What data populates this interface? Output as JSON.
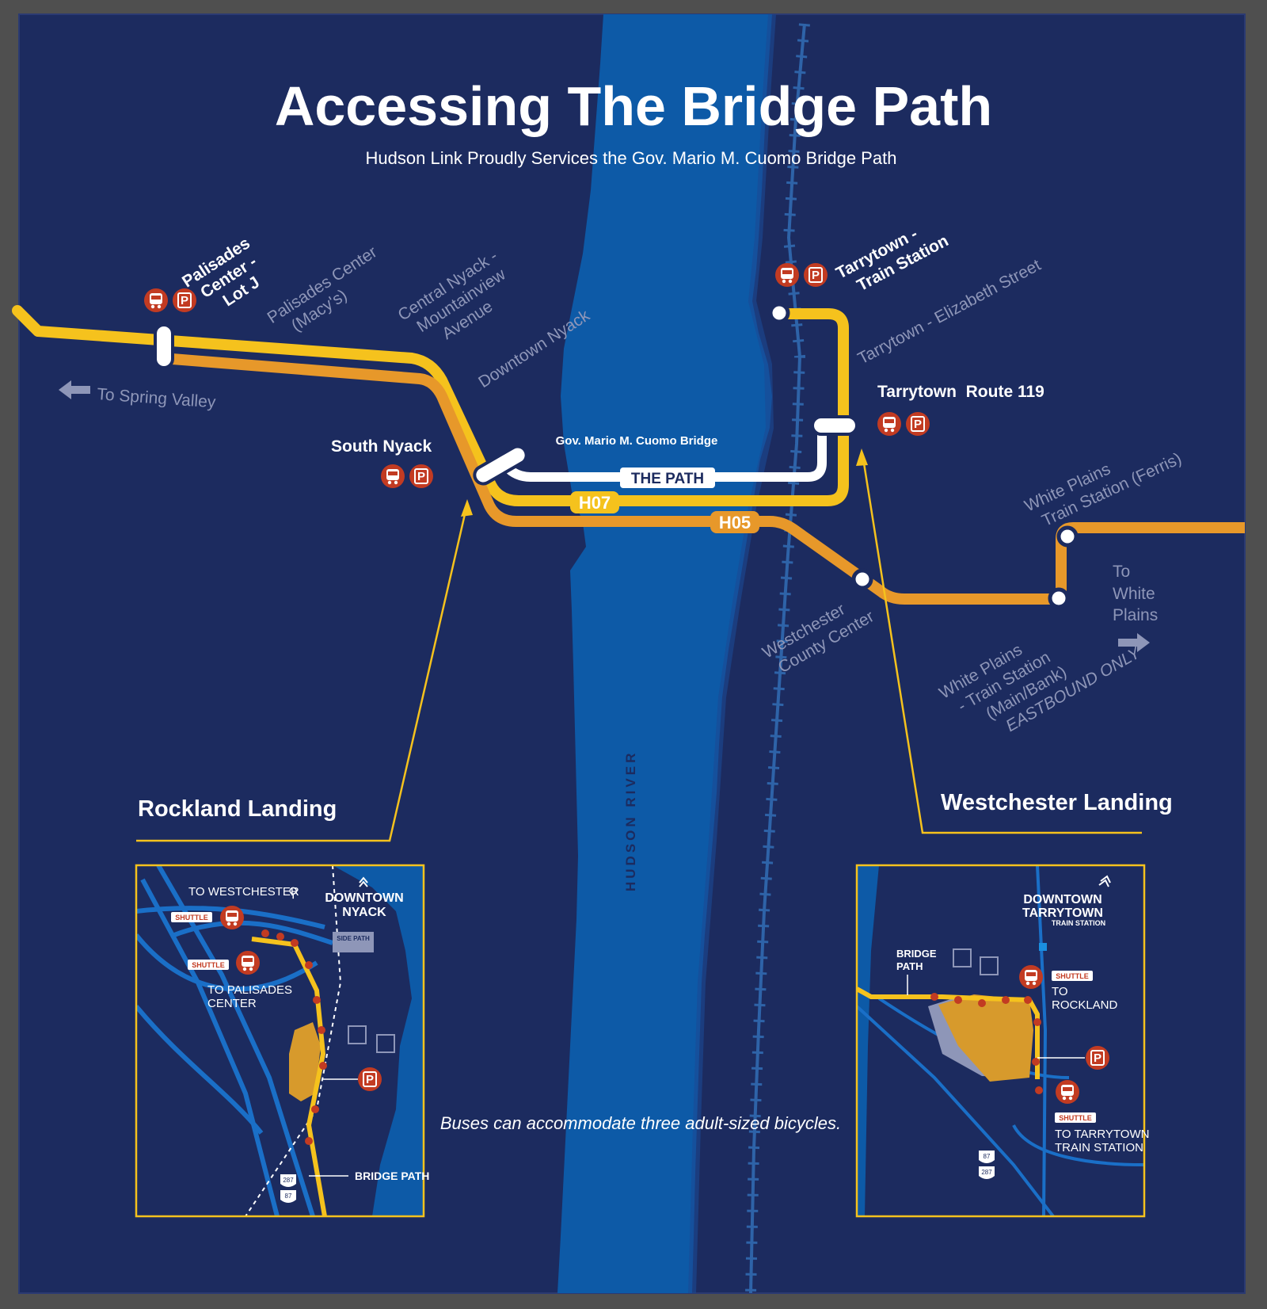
{
  "title": "Accessing The Bridge Path",
  "subtitle": "Hudson Link Proudly Services the Gov. Mario M. Cuomo Bridge Path",
  "colors": {
    "background": "#1c2b5f",
    "river": "#0d5aa7",
    "route_h07": "#f5c21d",
    "route_h05": "#e7982a",
    "bridge_path": "#ffffff",
    "stop_badge": "#c23b22",
    "gray_label": "#8e96b8"
  },
  "river_label": "HUDSON RIVER",
  "bridge_label": "Gov. Mario M. Cuomo Bridge",
  "path_label": "THE PATH",
  "routes": [
    {
      "id": "h07",
      "label": "H07"
    },
    {
      "id": "h05",
      "label": "H05"
    }
  ],
  "stops": {
    "palisades_lot_j": [
      "Palisades",
      "Center -",
      "Lot J"
    ],
    "palisades_macys": [
      "Palisades Center",
      "(Macy's)"
    ],
    "central_nyack": [
      "Central Nyack -",
      "Mountainview",
      "Avenue"
    ],
    "downtown_nyack": "Downtown Nyack",
    "south_nyack": "South Nyack",
    "tarrytown_train": [
      "Tarrytown -",
      "Train Station"
    ],
    "tarrytown_elizabeth": "Tarrytown - Elizabeth Street",
    "tarrytown_119": "Tarrytown  Route 119",
    "white_plains_ferris": [
      "White Plains",
      "Train Station (Ferris)"
    ],
    "westchester_cc": [
      "Westchester",
      "County Center"
    ],
    "white_plains_main": [
      "White Plains",
      "- Train Station",
      "(Main/Bank)",
      "EASTBOUND ONLY"
    ]
  },
  "directions": {
    "spring_valley": "To Spring Valley",
    "white_plains": [
      "To",
      "White",
      "Plains"
    ]
  },
  "icons": {
    "bus": "bus-icon",
    "parking": "parking-icon",
    "parking_letter": "P"
  },
  "landings": {
    "rockland": {
      "title": "Rockland Landing",
      "town": [
        "DOWNTOWN",
        "NYACK"
      ],
      "to_westchester": "TO WESTCHESTER",
      "shuttle": "SHUTTLE",
      "to_palisades": [
        "TO PALISADES",
        "CENTER"
      ],
      "side_path": "SIDE PATH",
      "bridge_path": "BRIDGE PATH",
      "shields": [
        "287",
        "87"
      ]
    },
    "westchester": {
      "title": "Westchester Landing",
      "town": [
        "DOWNTOWN",
        "TARRYTOWN"
      ],
      "town_sub": "TRAIN STATION",
      "bridge_path": [
        "BRIDGE",
        "PATH"
      ],
      "shuttle": "SHUTTLE",
      "to_rockland": [
        "TO",
        "ROCKLAND"
      ],
      "to_tarrytown": [
        "TO TARRYTOWN",
        "TRAIN STATION"
      ],
      "shields": [
        "87",
        "287"
      ]
    }
  },
  "note": "Buses can accommodate three adult-sized bicycles."
}
